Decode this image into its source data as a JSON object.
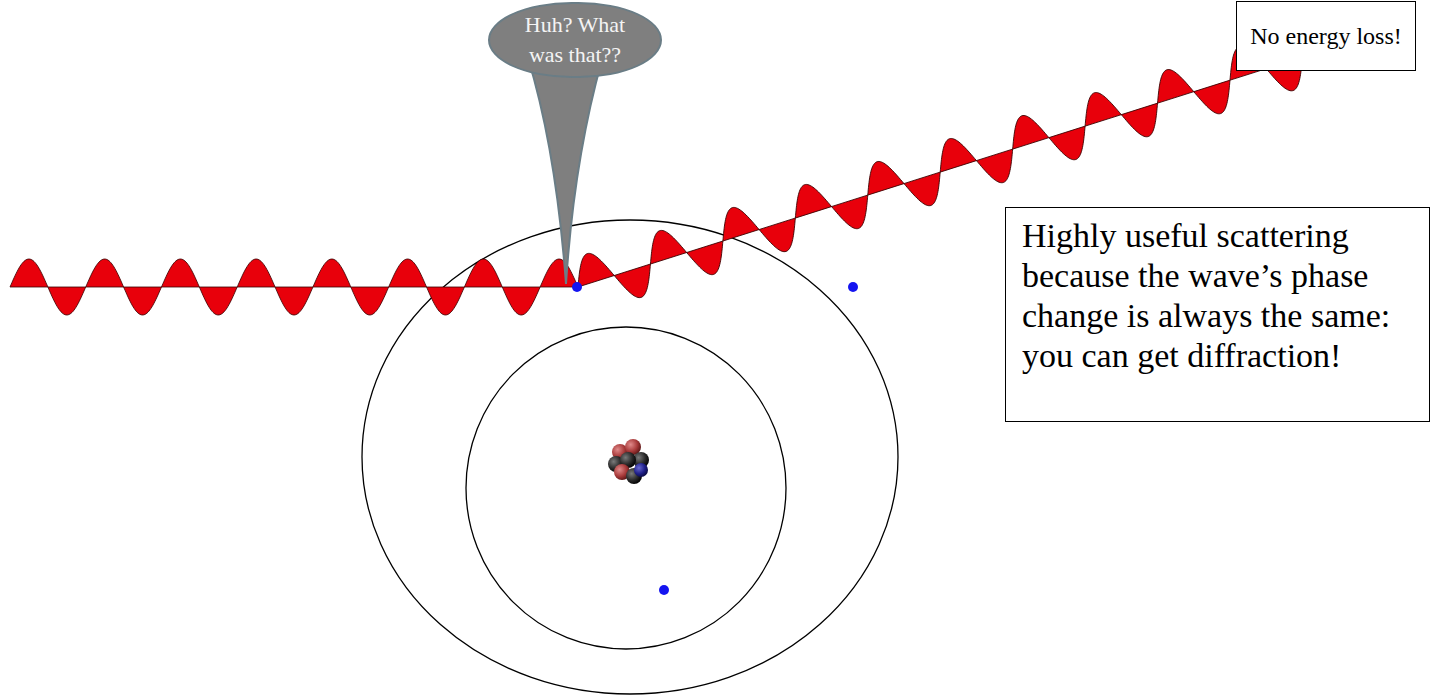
{
  "diagram": {
    "nodes": [
      {
        "text": [
          "Huh? What was that??"
        ]
      },
      {
        "text": [
          "No energy loss!"
        ]
      },
      {
        "text": [
          "Highly useful scattering because the wave’s phase change is always the same: you can get diffraction!"
        ]
      }
    ]
  }
}
